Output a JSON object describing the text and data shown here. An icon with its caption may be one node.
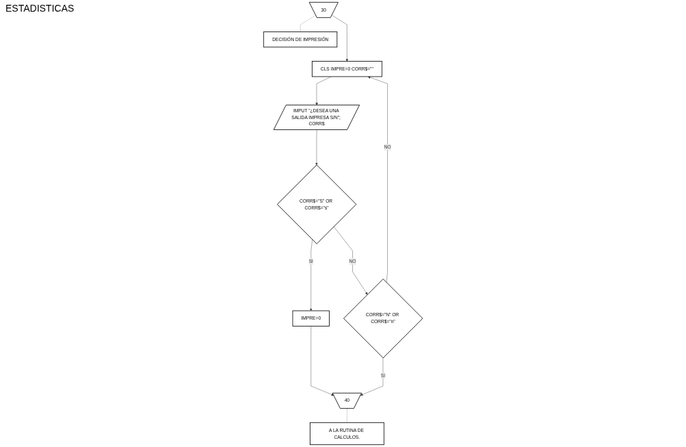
{
  "diagram": {
    "nodes": [
      {
        "text": [
          "30"
        ]
      },
      {
        "text": [
          "DECISIÓN DE IMPRESIÓN"
        ]
      },
      {
        "text": [
          "CLS IMPRE=0 CORR$=\"\""
        ]
      },
      {
        "text": [
          "IMPUT \"¿DESEA UNA SALIDA IMPRESA S/N\"; CORR$"
        ]
      },
      {
        "text": [
          "CORR$=\"S\" OR CORR$=\"s\""
        ]
      },
      {
        "text": [
          "IMPRE=0"
        ]
      },
      {
        "text": [
          "CORR$=\"N\" OR CORR$=\"n\""
        ]
      },
      {
        "text": [
          "40"
        ]
      },
      {
        "text": [
          "A LA RUTINA DE CALCULOS."
        ]
      }
    ],
    "edges": [
      {
        "from": 0,
        "to": 1,
        "arrow": "none",
        "style": "dashed"
      },
      {
        "from": 0,
        "to": 2,
        "arrow": "to"
      },
      {
        "from": 2,
        "to": 3,
        "arrow": "to"
      },
      {
        "from": 3,
        "to": 4,
        "arrow": "to"
      },
      {
        "from": 4,
        "to": 5,
        "arrow": "to",
        "label": "SI"
      },
      {
        "from": 4,
        "to": 6,
        "arrow": "to",
        "label": "NO"
      },
      {
        "from": 5,
        "to": 7,
        "arrow": "to"
      },
      {
        "from": 6,
        "to": 7,
        "arrow": "to",
        "label": "SI"
      },
      {
        "from": 6,
        "to": 2,
        "arrow": "to",
        "label": "NO"
      },
      {
        "from": 7,
        "to": 8,
        "arrow": "none",
        "style": "dashed"
      }
    ],
    "labels": [
      "ESTADISTICAS"
    ]
  }
}
